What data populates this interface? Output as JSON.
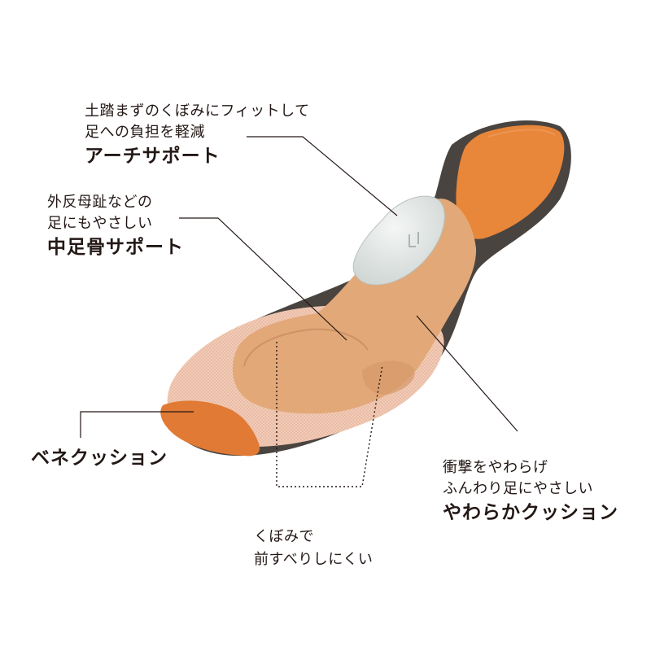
{
  "colors": {
    "outsole": "#4a4440",
    "fabric": "#eab9a1",
    "suede": "#e2a878",
    "heel_pad": "#e8863a",
    "toe_pad": "#e07a34",
    "arch_pad": "#e9ecea",
    "line": "#231815"
  },
  "labels": {
    "arch": {
      "line1": "土踏まずのくぼみにフィットして",
      "line2": "足への負担を軽減",
      "title": "アーチサポート"
    },
    "metatarsal": {
      "line1": "外反母趾などの",
      "line2": "足にもやさしい",
      "title": "中足骨サポート"
    },
    "bene": {
      "title": "ベネクッション"
    },
    "cushion": {
      "line1": "衝撃をやわらげ",
      "line2": "ふんわり足にやさしい",
      "title": "やわらかクッション"
    },
    "hollow": {
      "line1": "くぼみで",
      "line2": "前すべりしにくい"
    }
  }
}
